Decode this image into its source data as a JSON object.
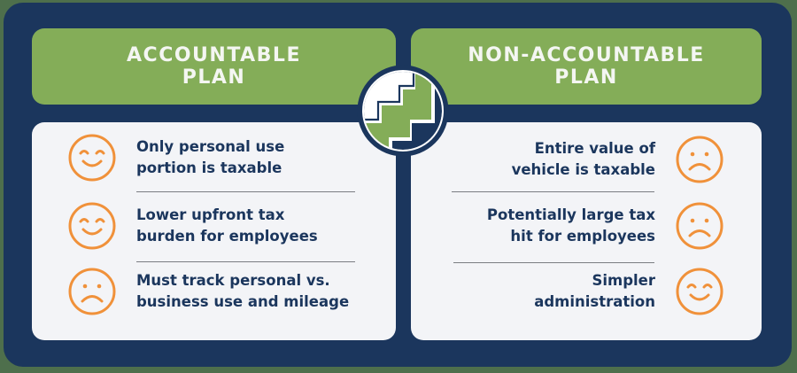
{
  "colors": {
    "background": "#4e6f4c",
    "frame_navy": "#1b365d",
    "header_green": "#84ad58",
    "panel_bg": "#f3f4f7",
    "face_orange": "#f0913a",
    "text_navy": "#1b365d"
  },
  "left": {
    "title_line1": "ACCOUNTABLE",
    "title_line2": "PLAN",
    "items": [
      {
        "icon": "smile-face-icon",
        "line1": "Only personal use",
        "line2": "portion is taxable"
      },
      {
        "icon": "smile-face-icon",
        "line1": "Lower upfront tax",
        "line2": "burden for employees"
      },
      {
        "icon": "frown-face-icon",
        "line1": "Must track personal vs.",
        "line2": "business use and mileage"
      }
    ]
  },
  "right": {
    "title_line1": "NON-ACCOUNTABLE",
    "title_line2": "PLAN",
    "items": [
      {
        "icon": "frown-face-icon",
        "line1": "Entire value of",
        "line2": "vehicle is taxable"
      },
      {
        "icon": "frown-face-icon",
        "line1": "Potentially large tax",
        "line2": "hit for employees"
      },
      {
        "icon": "smile-face-icon",
        "line1": "Simpler",
        "line2": "administration"
      }
    ]
  },
  "center_emblem": "staircase-logo-icon"
}
